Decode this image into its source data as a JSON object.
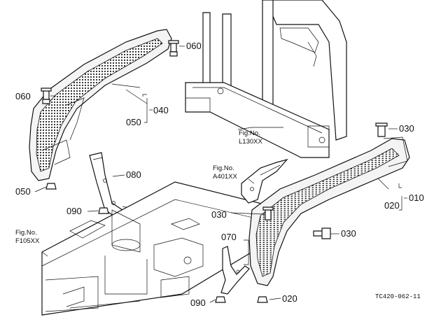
{
  "labels": {
    "p060a": "060",
    "p060b": "060",
    "p040": "040",
    "p050a": "050",
    "p050b": "050",
    "p080": "080",
    "p090a": "090",
    "p090b": "090",
    "p070": "070",
    "p030a": "030",
    "p030b": "030",
    "p030c": "030",
    "p010": "010",
    "p020a": "020",
    "p020b": "020"
  },
  "refs": {
    "l130_fig": "Fig.No.",
    "l130_code": "L130XX",
    "a401_fig": "Fig.No.",
    "a401_code": "A401XX",
    "f105_fig": "Fig.No.",
    "f105_code": "F105XX"
  },
  "drawing_code": "TC420-062-11"
}
